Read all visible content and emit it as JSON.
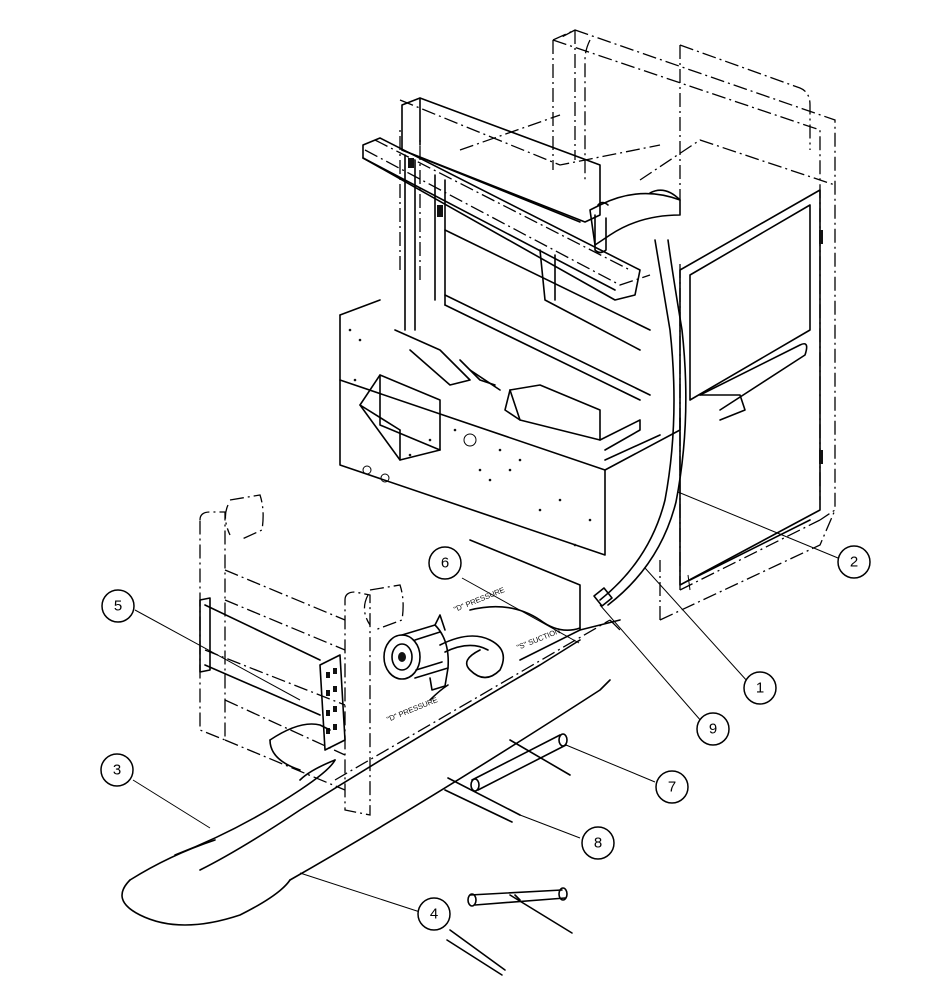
{
  "callouts": [
    {
      "id": "1",
      "label": "1"
    },
    {
      "id": "2",
      "label": "2"
    },
    {
      "id": "3",
      "label": "3"
    },
    {
      "id": "4",
      "label": "4"
    },
    {
      "id": "5",
      "label": "5"
    },
    {
      "id": "6",
      "label": "6"
    },
    {
      "id": "7",
      "label": "7"
    },
    {
      "id": "8",
      "label": "8"
    },
    {
      "id": "9",
      "label": "9"
    }
  ],
  "hose_labels": {
    "compressor_discharge": "\"D\" PRESSURE",
    "suction": "\"S\" SUCTION",
    "condenser_pressure": "\"D\" PRESSURE"
  }
}
